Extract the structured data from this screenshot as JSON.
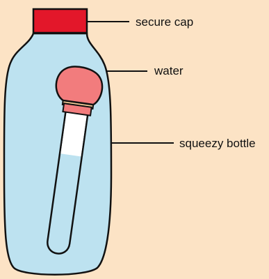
{
  "labels": {
    "cap": "secure cap",
    "water": "water",
    "bottle": "squeezy bottle"
  },
  "colors": {
    "background": "#FCE3C5",
    "water": "#BDE2F0",
    "cap": "#E3172A",
    "bulb": "#F27C7D",
    "band": "#F6CF9A",
    "tube_air": "#FFFFFF",
    "outline": "#111111"
  }
}
